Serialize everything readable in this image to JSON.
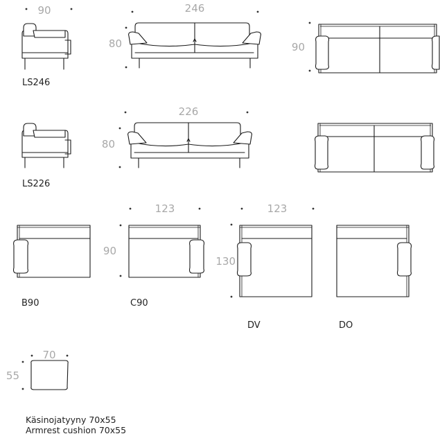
{
  "ls246": {
    "depth": "90",
    "width": "246",
    "height": "80",
    "plan_depth": "90",
    "label": "LS246"
  },
  "ls226": {
    "width": "226",
    "height": "80",
    "label": "LS226"
  },
  "modules": {
    "b90": {
      "label": "B90"
    },
    "c90": {
      "width": "123",
      "depth": "90",
      "label": "C90"
    },
    "dv": {
      "width": "123",
      "depth": "130",
      "label": "DV"
    },
    "do": {
      "label": "DO"
    }
  },
  "cushion": {
    "width": "70",
    "height": "55",
    "caption_fi": "Käsinojatyyny 70x55",
    "caption_en": "Armrest cushion 70x55"
  },
  "colors": {
    "line": "#1a1a1a",
    "dimension_text": "#a8a8a8"
  }
}
